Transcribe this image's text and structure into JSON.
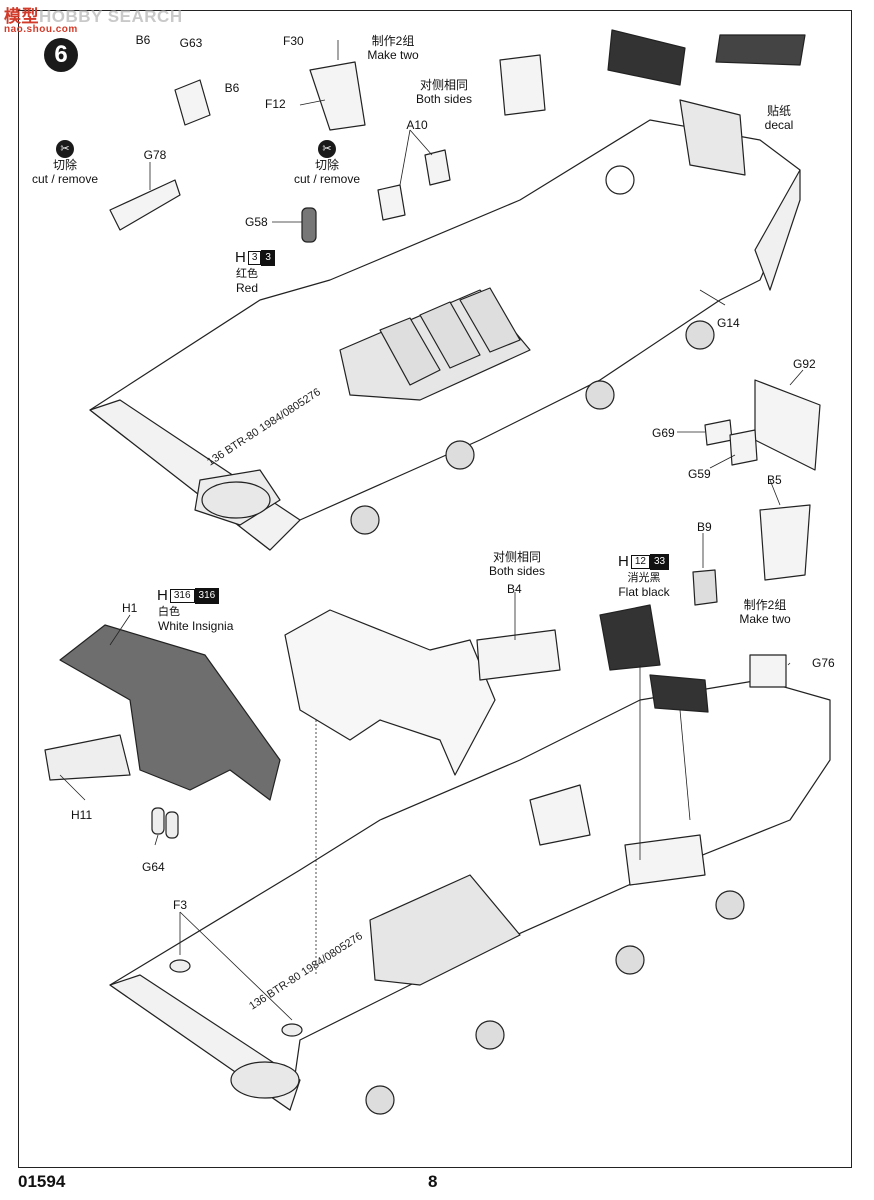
{
  "watermark": {
    "brand_cn": "模型",
    "brand_en": "HOBBY SEARCH",
    "site": "nao.shou.com"
  },
  "step_number": "6",
  "labels": {
    "b6_a": "B6",
    "g63": "G63",
    "b6_b": "B6",
    "g78": "G78",
    "f30": "F30",
    "f12": "F12",
    "g58": "G58",
    "a10": "A10",
    "g14": "G14",
    "g92": "G92",
    "g69": "G69",
    "g59": "G59",
    "b5": "B5",
    "b9": "B9",
    "b4": "B4",
    "g76": "G76",
    "h1": "H1",
    "h11": "H11",
    "g64": "G64",
    "f3": "F3"
  },
  "notes": {
    "make_two_cn": "制作2组",
    "make_two_en": "Make two",
    "both_sides_cn": "对侧相同",
    "both_sides_en": "Both sides",
    "decal_cn": "贴纸",
    "decal_en": "decal",
    "both_sides2_cn": "对侧相同",
    "both_sides2_en": "Both sides",
    "make_two2_cn": "制作2组",
    "make_two2_en": "Make two"
  },
  "cut_remove": [
    {
      "cn": "切除",
      "en": "cut / remove"
    },
    {
      "cn": "切除",
      "en": "cut / remove"
    }
  ],
  "paints": {
    "red": {
      "h": "H",
      "w": "3",
      "b": "3",
      "cn": "红色",
      "en": "Red"
    },
    "flat_black": {
      "h": "H",
      "w": "12",
      "b": "33",
      "cn": "消光黑",
      "en": "Flat black"
    },
    "white": {
      "h": "H",
      "w": "316",
      "b": "316",
      "cn": "白色",
      "en": "White Insignia"
    }
  },
  "hull_marking": "136 BTR-80 1984/0805276",
  "footer": {
    "code": "01594",
    "page": "8"
  }
}
